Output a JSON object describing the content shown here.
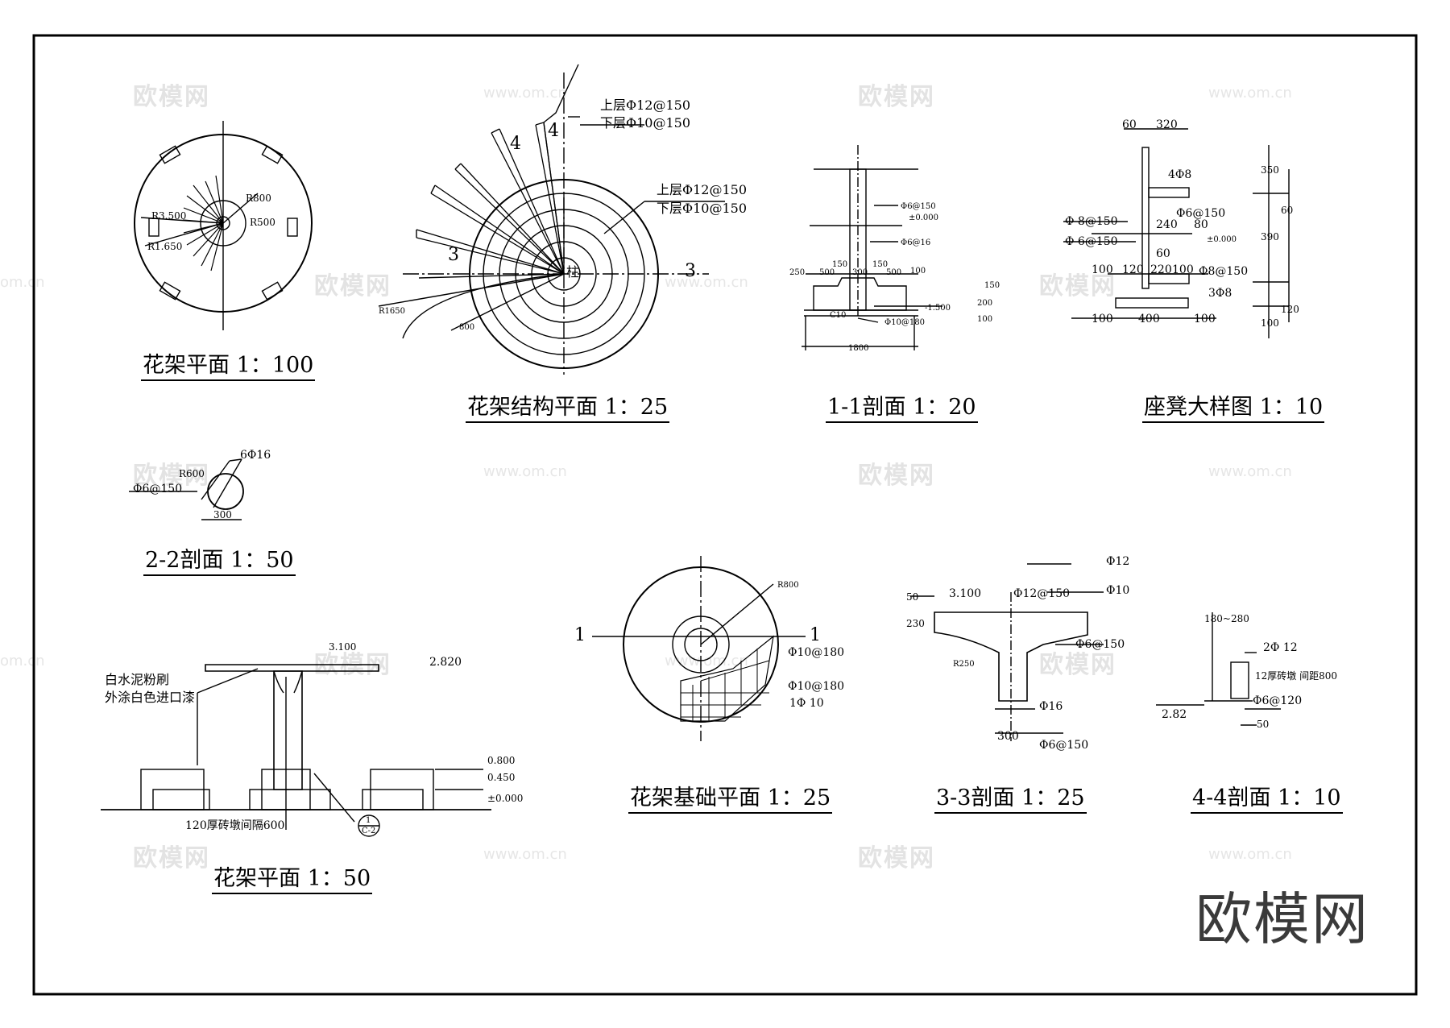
{
  "titles": {
    "plan100": "花架平面 1：100",
    "struct25": "花架结构平面 1：25",
    "sec11": "1-1剖面 1：20",
    "bench10": "座凳大样图 1：10",
    "sec22": "2-2剖面 1：50",
    "elev50": "花架平面 1：50",
    "found25": "花架基础平面 1：25",
    "sec33": "3-3剖面 1：25",
    "sec44": "4-4剖面 1：10"
  },
  "plan100": {
    "r_outer": "R3.500",
    "r_mid": "R1.650",
    "r800": "R800",
    "r500": "R500"
  },
  "struct": {
    "top_upper": "上层Φ12@150",
    "top_lower": "下层Φ10@150",
    "mid_upper": "上层Φ12@150",
    "mid_lower": "下层Φ10@150",
    "n4a": "4",
    "n4b": "4",
    "n3a": "3",
    "n3b": "3",
    "center": "柱",
    "r1650": "R1650",
    "d800": "800"
  },
  "sec11": {
    "d250": "250",
    "d500a": "500",
    "d150a": "150",
    "d300": "300",
    "d150b": "150",
    "d500b": "500",
    "d100": "100",
    "bar1": "Φ6@150",
    "lvl0": "±0.000",
    "bar2": "Φ6@16",
    "lvlm": "-1.500",
    "bar3": "Φ10@180",
    "d1800": "1800",
    "d200": "200",
    "d150c": "150",
    "d100b": "100",
    "c": "C10"
  },
  "bench": {
    "d60": "60",
    "d320": "320",
    "bar48": "4Φ8",
    "d350": "350",
    "bar6150": "Φ6@150",
    "d240": "240",
    "d80": "80",
    "d60b": "60",
    "bar8150": "Φ 8@150",
    "bar6150b": "Φ 6@150",
    "d390": "390",
    "lvl": "±0.000",
    "d60c": "60",
    "d100a": "100",
    "d120": "120",
    "d220": "220",
    "d100b": "100",
    "bar8150b": "Φ8@150",
    "bar38": "3Φ8",
    "d100c": "100",
    "d400": "400",
    "d100d": "100",
    "d100e": "100",
    "d120b": "120"
  },
  "sec22": {
    "bar616": "6Φ16",
    "r600": "R600",
    "bar6150": "Φ6@150",
    "d300": "300"
  },
  "elev": {
    "lvl3100": "3.100",
    "lvl2820": "2.820",
    "note1": "白水泥粉刷",
    "note2": "外涂白色进口漆",
    "lvl800": "0.800",
    "lvl450": "0.450",
    "lvl0": "±0.000",
    "note3": "120厚砖墩间隔600",
    "ref1": "1",
    "ref2": "C-2"
  },
  "found": {
    "r800": "R800",
    "cut1a": "1",
    "cut1b": "1",
    "bar10180a": "Φ10@180",
    "bar10180b": "Φ10@180",
    "bar10": "1Φ 10"
  },
  "sec33": {
    "bar12": "Φ12",
    "lvl3100": "3.100",
    "bar12150": "Φ12@150",
    "bar10": "Φ10",
    "d230": "230",
    "d50": "50",
    "bar6150": "Φ6@150",
    "r250": "R250",
    "bar16": "Φ16",
    "d300": "300",
    "bar6150b": "Φ6@150"
  },
  "sec44": {
    "d180": "180~280",
    "bar212": "2Φ 12",
    "note": "12厚砖墩 间距800",
    "lvl": "2.82",
    "bar6120": "Φ6@120",
    "d50": "50"
  },
  "watermarks": {
    "cn": "欧模网",
    "url": "www.om.cn",
    "url2": "om.cn"
  },
  "brand": "欧模网"
}
